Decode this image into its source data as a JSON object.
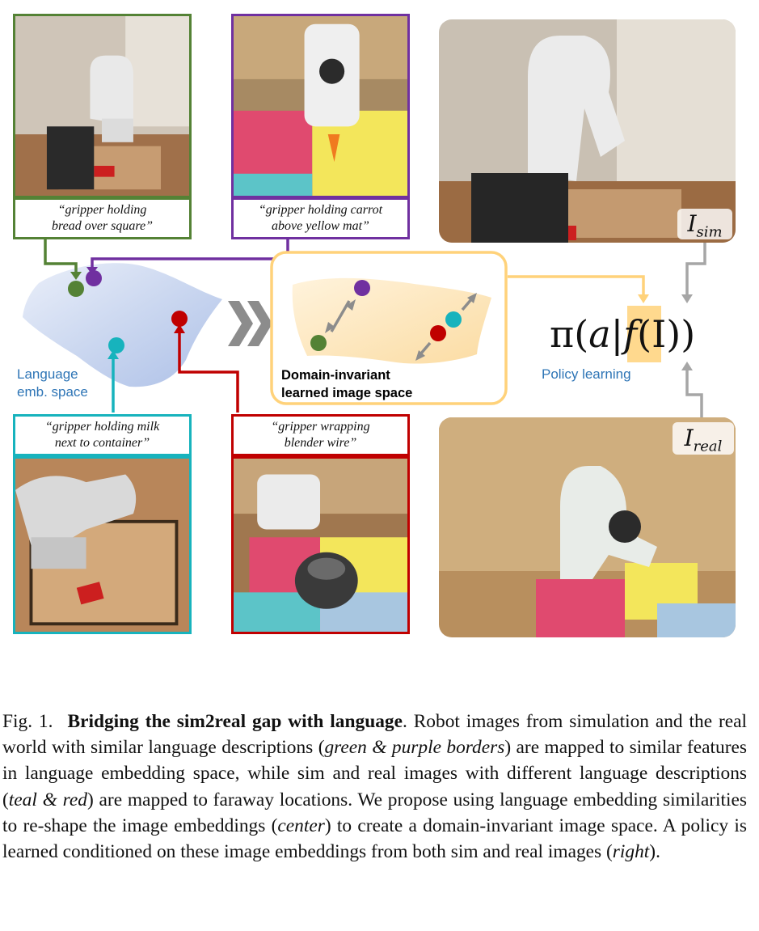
{
  "figure": {
    "captions": {
      "green": "“gripper holding\nbread over square”",
      "purple": "“gripper holding carrot\nabove yellow mat”",
      "teal": "“gripper holding milk\nnext to container”",
      "red": "“gripper wrapping\nblender wire”"
    },
    "language_space_label": "Language\nemb. space",
    "learned_space_label": "Domain-invariant\nlearned image space",
    "policy_label": "Policy learning",
    "formula": {
      "pi": "π(",
      "a": "a",
      "bar": "|",
      "f": "f",
      "rest": "(I))"
    },
    "i_sim": {
      "base": "I",
      "sub": "sim"
    },
    "i_real": {
      "base": "I",
      "sub": "real"
    },
    "colors": {
      "green": "#548235",
      "purple": "#7030a0",
      "teal": "#17b3bd",
      "red": "#c00000",
      "gold": "#ffd27a",
      "blue_label": "#2e75b6"
    },
    "photos": {
      "sim_bread": "sim-robot-bread-photo",
      "real_carrot": "real-robot-carrot-photo",
      "sim_milk": "sim-robot-milk-photo",
      "real_blender": "real-robot-blender-photo",
      "sim_policy": "sim-robot-policy-photo",
      "real_policy": "real-robot-policy-photo"
    }
  },
  "caption": {
    "fig_no": "Fig. 1.",
    "title": "Bridging the sim2real gap with language",
    "t1": ". Robot images from simulation and the real world with similar language descriptions (",
    "i1": "green & purple borders",
    "t2": ") are mapped to similar features in language embedding space, while sim and real images with different language descriptions (",
    "i2": "teal & red",
    "t3": ") are mapped to faraway locations. We propose using language embedding similarities to re-shape the image embeddings (",
    "i3": "center",
    "t4": ") to create a domain-invariant image space. A policy is learned conditioned on these image embeddings from both sim and real images (",
    "i4": "right",
    "t5": ")."
  }
}
